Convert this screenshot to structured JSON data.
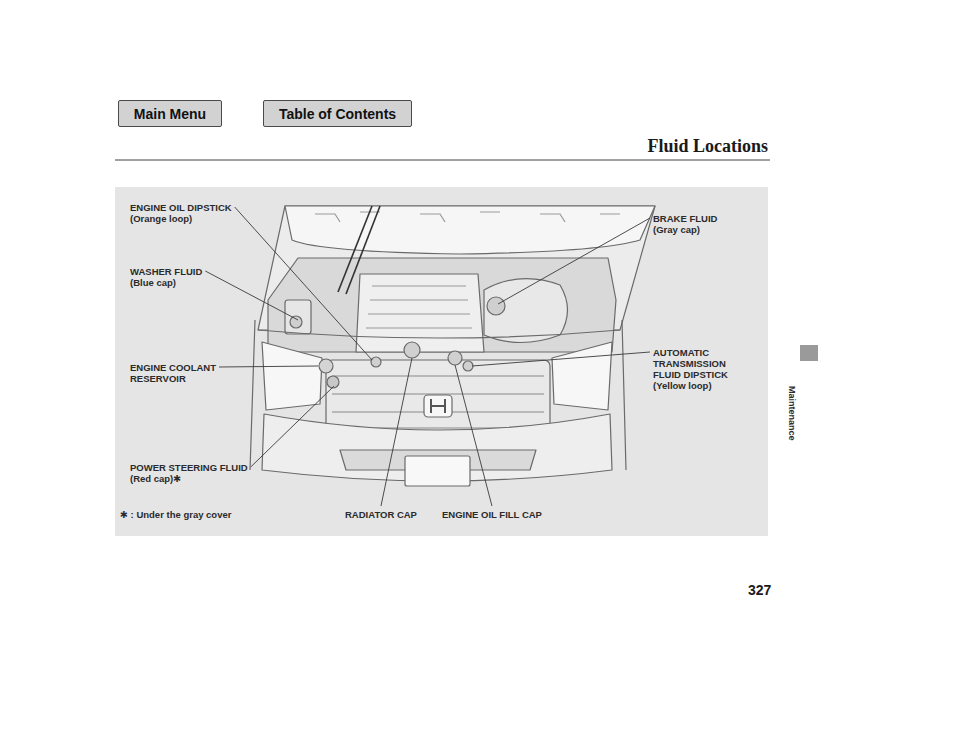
{
  "diagram": {
    "title": "Fluid Locations",
    "nodes": [
      {
        "text": [
          "Main Menu"
        ]
      },
      {
        "text": [
          "Table of Contents"
        ]
      }
    ],
    "labels": [
      "ENGINE OIL DIPSTICK (Orange loop)",
      "BRAKE FLUID (Gray cap)",
      "WASHER FLUID (Blue cap)",
      "ENGINE COOLANT RESERVOIR",
      "AUTOMATIC TRANSMISSION FLUID DIPSTICK (Yellow loop)",
      "POWER STEERING FLUID (Red cap)✱",
      "✱ : Under the gray cover",
      "RADIATOR CAP",
      "ENGINE OIL FILL CAP",
      "Maintenance",
      "327"
    ]
  }
}
